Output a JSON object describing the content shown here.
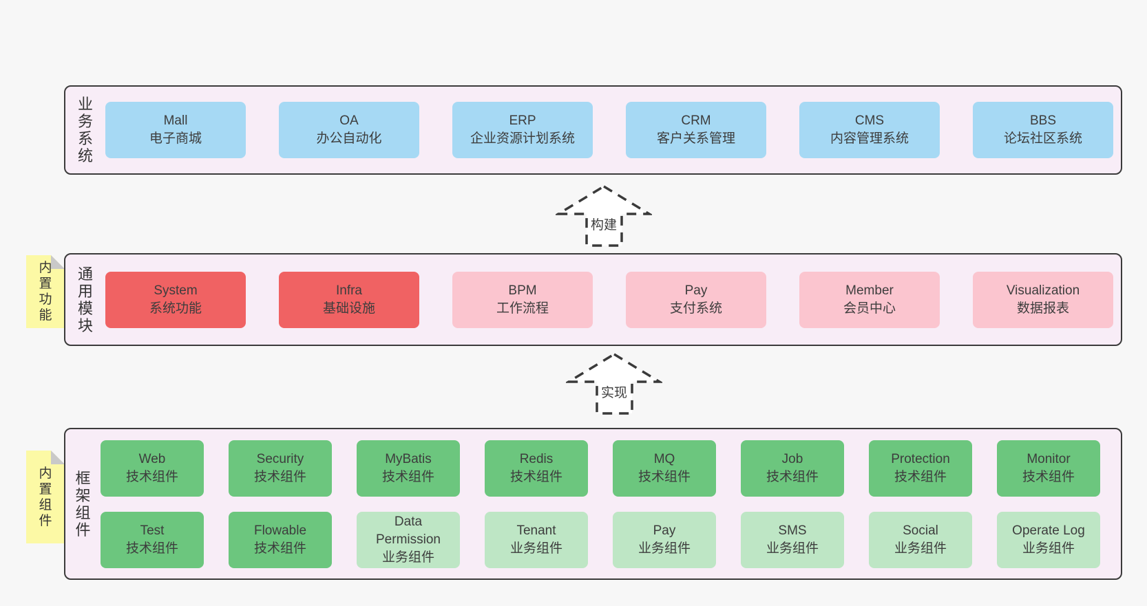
{
  "colors": {
    "page_bg": "#f7f7f7",
    "panel_bg": "#f8edf7",
    "panel_border": "#3b3b3b",
    "blue_card": "#a6d9f4",
    "red_card": "#f06263",
    "pink_card": "#fbc5cf",
    "green_card": "#6cc67e",
    "light_green_card": "#bee6c5",
    "sticky_note": "#fcf9a5",
    "note_fold": "#c9c9c9",
    "text": "#3d3d3d"
  },
  "business": {
    "label": "业务系统",
    "cards": [
      {
        "name": "Mall",
        "desc": "电子商城"
      },
      {
        "name": "OA",
        "desc": "办公自动化"
      },
      {
        "name": "ERP",
        "desc": "企业资源计划系统"
      },
      {
        "name": "CRM",
        "desc": "客户关系管理"
      },
      {
        "name": "CMS",
        "desc": "内容管理系统"
      },
      {
        "name": "BBS",
        "desc": "论坛社区系统"
      }
    ]
  },
  "arrows": {
    "build": "构建",
    "implement": "实现"
  },
  "modules": {
    "label": "通用模块",
    "note": "内置功能",
    "cards": [
      {
        "name": "System",
        "desc": "系统功能"
      },
      {
        "name": "Infra",
        "desc": "基础设施"
      },
      {
        "name": "BPM",
        "desc": "工作流程"
      },
      {
        "name": "Pay",
        "desc": "支付系统"
      },
      {
        "name": "Member",
        "desc": "会员中心"
      },
      {
        "name": "Visualization",
        "desc": "数据报表"
      }
    ]
  },
  "framework": {
    "label": "框架组件",
    "note": "内置组件",
    "row1": [
      {
        "name": "Web",
        "desc": "技术组件"
      },
      {
        "name": "Security",
        "desc": "技术组件"
      },
      {
        "name": "MyBatis",
        "desc": "技术组件"
      },
      {
        "name": "Redis",
        "desc": "技术组件"
      },
      {
        "name": "MQ",
        "desc": "技术组件"
      },
      {
        "name": "Job",
        "desc": "技术组件"
      },
      {
        "name": "Protection",
        "desc": "技术组件"
      },
      {
        "name": "Monitor",
        "desc": "技术组件"
      }
    ],
    "row2": [
      {
        "name": "Test",
        "desc": "技术组件"
      },
      {
        "name": "Flowable",
        "desc": "技术组件"
      },
      {
        "name": "Data Permission",
        "desc": "业务组件"
      },
      {
        "name": "Tenant",
        "desc": "业务组件"
      },
      {
        "name": "Pay",
        "desc": "业务组件"
      },
      {
        "name": "SMS",
        "desc": "业务组件"
      },
      {
        "name": "Social",
        "desc": "业务组件"
      },
      {
        "name": "Operate Log",
        "desc": "业务组件"
      }
    ]
  }
}
